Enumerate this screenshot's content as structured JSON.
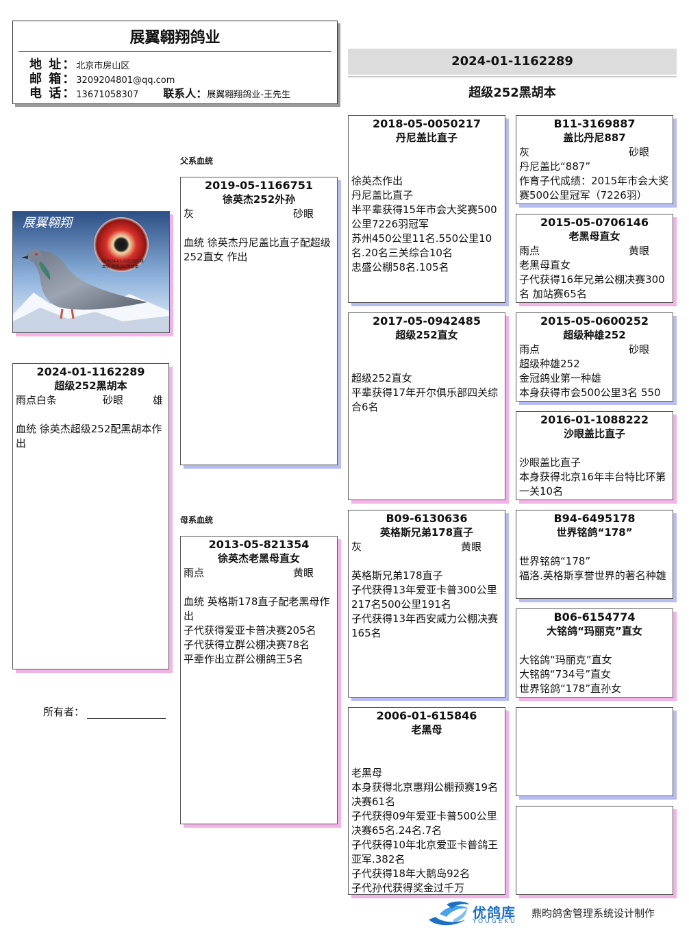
{
  "header": {
    "loft_name": "展翼翱翔鸽业",
    "address_label": "地 址：",
    "address": "北京市房山区",
    "email_label": "邮 箱：",
    "email": "3209204801@qq.com",
    "phone_label": "电 话：",
    "phone": "13671058307",
    "contact_label": "联系人：",
    "contact": "展翼翱翔鸽业-王先生"
  },
  "title": {
    "ring": "2024-01-1162289",
    "name": "超级252黑胡本"
  },
  "labels": {
    "sire_line": "父系血统",
    "dam_line": "母系血统",
    "owner": "所有者："
  },
  "photo": {
    "banner_text": "展翼翱翔",
    "caption_1": "CHN24-01-1162289 雄",
    "caption_2": "血统 超级252黑胡本"
  },
  "subject": {
    "ring": "2024-01-1162289",
    "name": "超级252黑胡本",
    "color": "雨点白条",
    "eye": "砂眼",
    "sex": "雄",
    "desc": "\n血统 徐英杰超级252配黑胡本作出"
  },
  "sire": {
    "ring": "2019-05-1166751",
    "name": "徐英杰252外孙",
    "color": "灰",
    "eye": "砂眼",
    "desc": "\n血统 徐英杰丹尼盖比直子配超级252直女 作出"
  },
  "dam": {
    "ring": "2013-05-821354",
    "name": "徐英杰老黑母直女",
    "color": "雨点",
    "eye": "黄眼",
    "desc": "\n血统 英格斯178直子配老黑母作出\n子代获得爱亚卡普决赛205名\n子代获得立群公棚决赛78名\n平辈作出立群公棚鸽王5名"
  },
  "ss": {
    "ring": "2018-05-0050217",
    "name": "丹尼盖比直子",
    "color": "",
    "eye": "",
    "desc": "\n徐英杰作出\n丹尼盖比直子\n半平辈获得15年市会大奖赛500公里7226羽冠军\n苏州450公里11名.550公里10名.20名三关综合10名\n忠盛公棚58名.105名"
  },
  "sd": {
    "ring": "2017-05-0942485",
    "name": "超级252直女",
    "color": "",
    "eye": "",
    "desc": "\n超级252直女\n平辈获得17年开尔俱乐部四关综合6名"
  },
  "ds": {
    "ring": "B09-6130636",
    "name": "英格斯兄弟178直子",
    "color": "灰",
    "eye": "黄眼",
    "desc": "\n英格斯兄弟178直子\n子代获得13年爱亚卡普300公里217名500公里191名\n子代获得13年西安威力公棚决赛165名"
  },
  "dd": {
    "ring": "2006-01-615846",
    "name": "老黑母",
    "color": "",
    "eye": "",
    "desc": "\n老黑母\n本身获得北京惠翔公棚预赛19名 决赛61名\n子代获得09年爱亚卡普500公里决赛65名.24名.7名\n子代获得10年北京爱亚卡普鸽王亚军.382名\n子代获得18年大鹅岛92名\n子代孙代获得奖金过千万"
  },
  "sss": {
    "ring": "B11-3169887",
    "name": "盖比丹尼887",
    "color": "灰",
    "eye": "砂眼",
    "desc": "丹尼盖比“887”\n作育子代成绩：2015年市会大奖赛500公里冠军（7226羽）"
  },
  "ssd": {
    "ring": "2015-05-0706146",
    "name": "老黑母直女",
    "color": "雨点",
    "eye": "黄眼",
    "desc": "老黑母直女\n子代获得16年兄弟公棚决赛300名 加站赛65名"
  },
  "sds": {
    "ring": "2015-05-0600252",
    "name": "超级种雄252",
    "color": "雨点",
    "eye": "砂眼",
    "desc": "超级种雄252\n金冠鸽业第一种雄\n本身获得市会500公里3名 550"
  },
  "sdd": {
    "ring": "2016-01-1088222",
    "name": "沙眼盖比直子",
    "color": "",
    "eye": "",
    "desc": "沙眼盖比直子\n本身获得北京16年丰台特比环第一关10名"
  },
  "dss": {
    "ring": "B94-6495178",
    "name": "世界铭鸽“178”",
    "color": "",
    "eye": "",
    "desc": "世界铭鸽“178”\n福洛.英格斯享誉世界的著名种雄"
  },
  "dsd": {
    "ring": "B06-6154774",
    "name": "大铭鸽“玛丽克”直女",
    "color": "",
    "eye": "",
    "desc": "大铭鸽“玛丽克”直女\n大铭鸽“734号”直女\n世界铭鸽“178”直孙女"
  },
  "footer": {
    "logo_text": "优鸽库",
    "logo_sub": "YOUGEKU",
    "credit": "鼎昀鸽舍管理系统设计制作"
  }
}
